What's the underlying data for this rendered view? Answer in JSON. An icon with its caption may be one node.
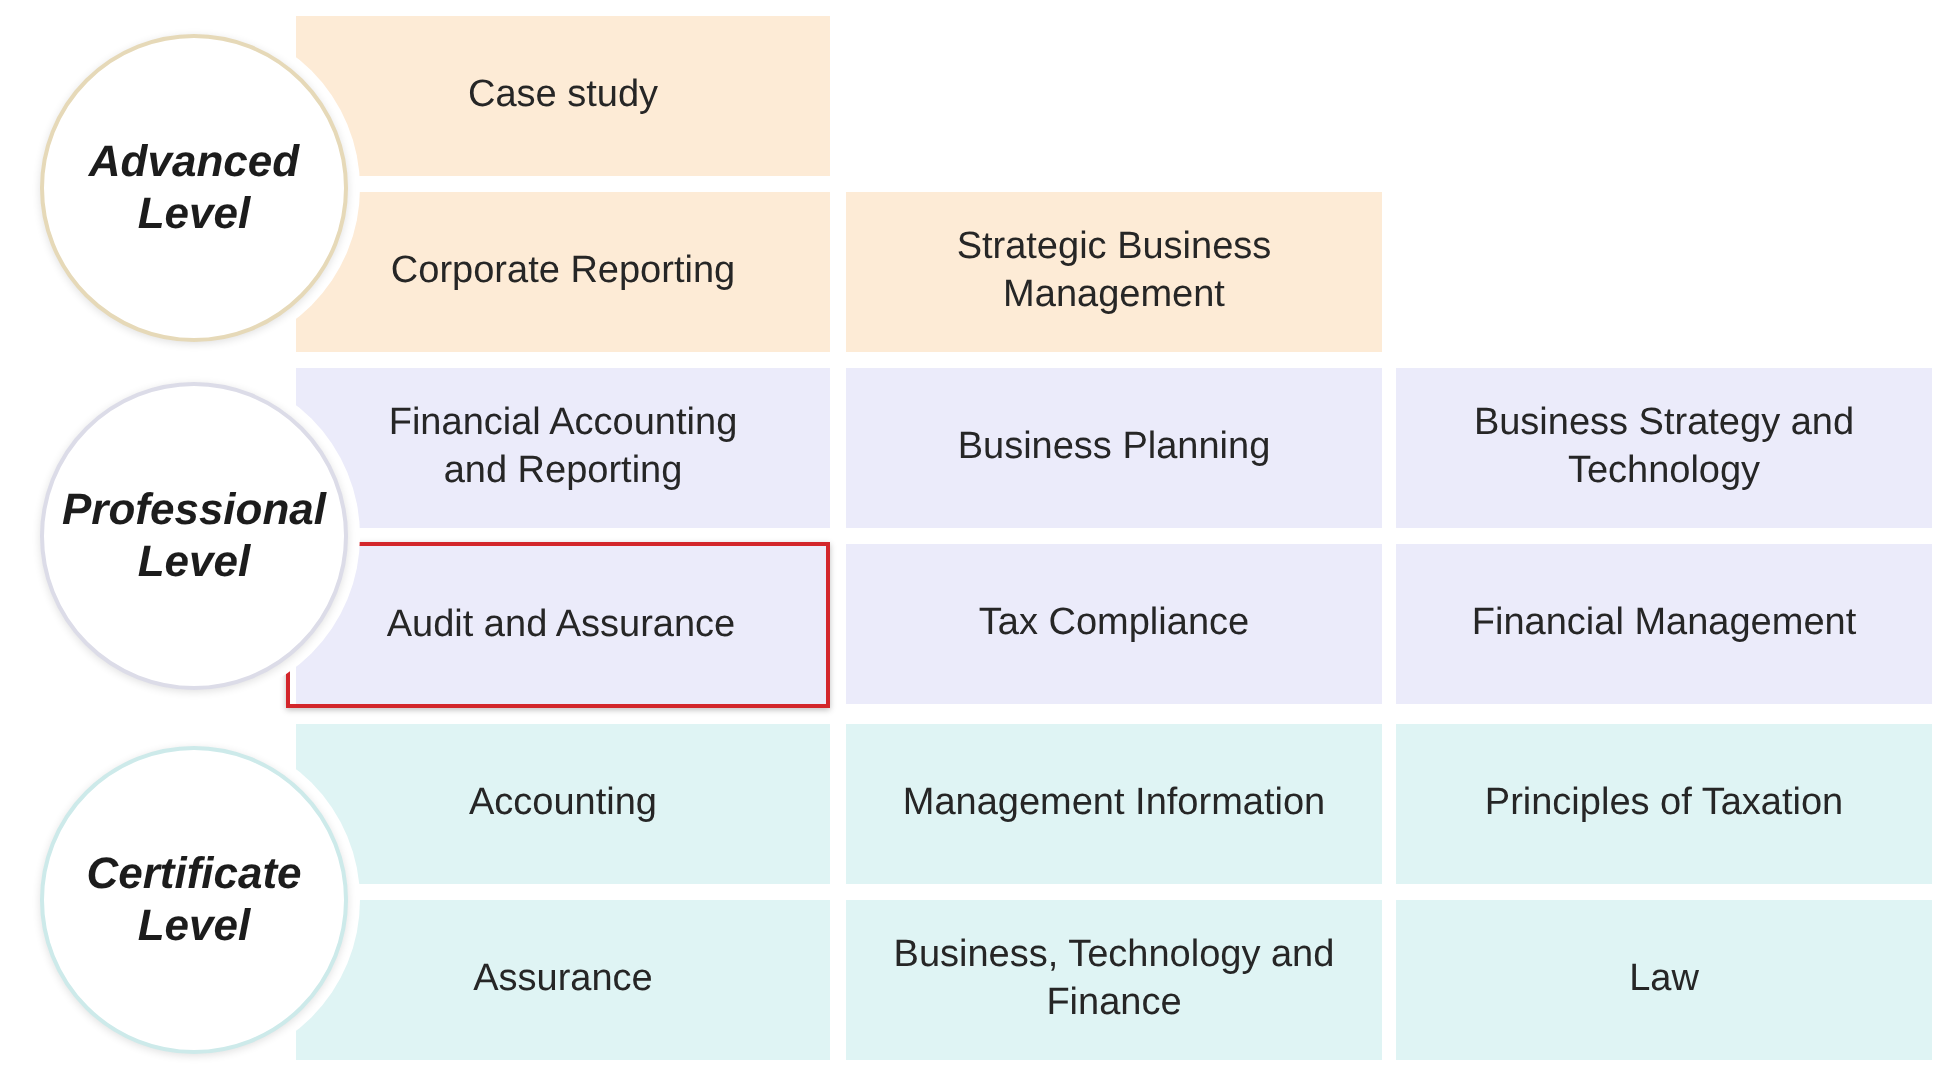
{
  "diagram": {
    "nodes": [
      {
        "text": [
          "Advanced Level"
        ]
      },
      {
        "text": [
          "Case study"
        ]
      },
      {
        "text": [
          "Corporate Reporting"
        ]
      },
      {
        "text": [
          "Strategic Business Management"
        ]
      },
      {
        "text": [
          "Professional Level"
        ]
      },
      {
        "text": [
          "Financial Accounting and Reporting"
        ]
      },
      {
        "text": [
          "Business Planning"
        ]
      },
      {
        "text": [
          "Business Strategy and Technology"
        ]
      },
      {
        "text": [],
        "shape": "box"
      },
      {
        "text": [
          "Audit and Assurance"
        ],
        "in": 8
      },
      {
        "text": [
          "Tax Compliance"
        ]
      },
      {
        "text": [
          "Financial Management"
        ]
      },
      {
        "text": [
          "Certificate Level"
        ]
      },
      {
        "text": [
          "Accounting"
        ]
      },
      {
        "text": [
          "Management Information"
        ]
      },
      {
        "text": [
          "Principles of Taxation"
        ]
      },
      {
        "text": [
          "Assurance"
        ]
      },
      {
        "text": [
          "Business, Technology and Finance"
        ]
      },
      {
        "text": [
          "Law"
        ]
      }
    ]
  }
}
